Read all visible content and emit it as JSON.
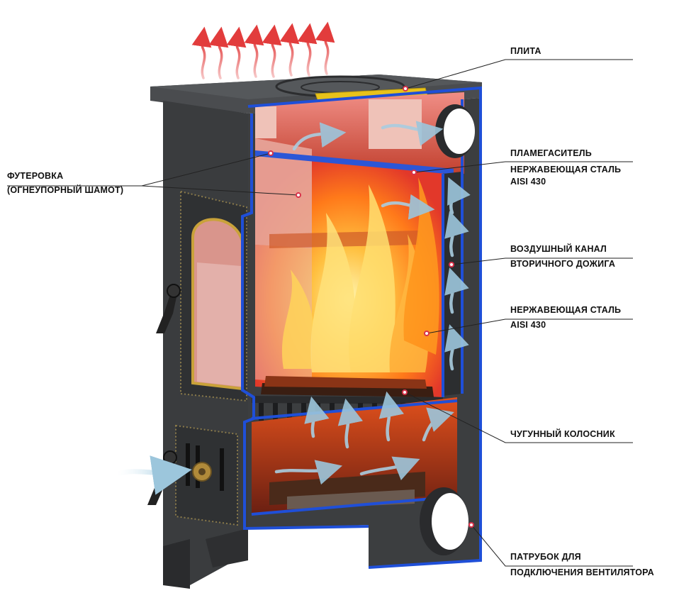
{
  "labels": {
    "plita": {
      "lines": [
        "ПЛИТА"
      ]
    },
    "plamegasitel": {
      "lines": [
        "ПЛАМЕГАСИТЕЛЬ",
        "НЕРЖАВЕЮЩАЯ СТАЛЬ",
        "AISI 430"
      ]
    },
    "kanal": {
      "lines": [
        "ВОЗДУШНЫЙ КАНАЛ",
        "ВТОРИЧНОГО ДОЖИГА"
      ]
    },
    "stal": {
      "lines": [
        "НЕРЖАВЕЮЩАЯ СТАЛЬ",
        "AISI 430"
      ]
    },
    "kolosnik": {
      "lines": [
        "ЧУГУННЫЙ КОЛОСНИК"
      ]
    },
    "patrubok": {
      "lines": [
        "ПАТРУБОК ДЛЯ",
        "ПОДКЛЮЧЕНИЯ ВЕНТИЛЯТОРА"
      ]
    },
    "futerovka": {
      "lines": [
        "ФУТЕРОВКА",
        "(ОГНЕУПОРНЫЙ ШАМОТ)"
      ]
    }
  },
  "colors": {
    "body": "#3a3c3e",
    "body_dark": "#2a2b2d",
    "cut_edge": "#1f4fd8",
    "firebrick": "#e9a9a0",
    "flame": "#ff9a1f",
    "hot_plate": "#e8c21a",
    "heat_arrow": "#e23c3c",
    "air_arrow": "#a9cde0",
    "leader": "#222222",
    "marker": "#d9324a"
  }
}
